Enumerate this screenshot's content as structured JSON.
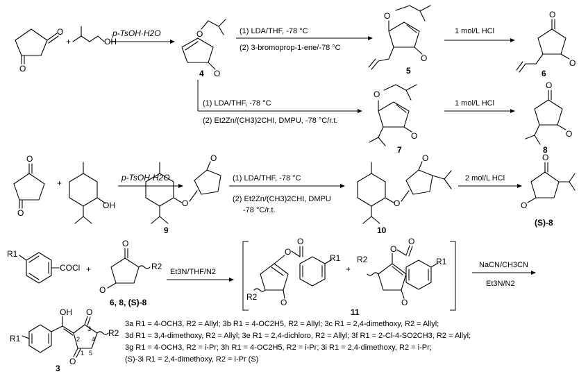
{
  "row1": {
    "reagent": "p-TsOH·H2O",
    "steps_a": [
      "(1) LDA/THF, -78 °C",
      "(2) 3-bromoprop-1-ene/-78 °C"
    ],
    "steps_b": [
      "(1) LDA/THF, -78 °C",
      "(2) Et2Zn/(CH3)2CHI, DMPU, -78 °C/r.t."
    ],
    "acid_a": "1 mol/L HCl",
    "acid_b": "1 mol/L HCl",
    "labels": {
      "c4": "4",
      "c5": "5",
      "c6": "6",
      "c7": "7",
      "c8": "8"
    }
  },
  "row2": {
    "reagent": "p-TsOH·H2O",
    "steps": [
      "(1) LDA/THF, -78 °C",
      "(2) Et2Zn/(CH3)2CHI, DMPU",
      "-78 °C/r.t."
    ],
    "acid": "2 mol/L HCl",
    "labels": {
      "c9": "9",
      "c10": "10",
      "cS8": "(S)-8"
    }
  },
  "row3": {
    "reagent": "Et3N/THF/N2",
    "cond_top": "NaCN/CH3CN",
    "cond_bot": "Et3N/N2",
    "sub_label": "6, 8, (S)-8",
    "acyl": "COCl",
    "labels": {
      "c11": "11"
    }
  },
  "product": {
    "label": "3",
    "lines": [
      "3a R1 = 4-OCH3, R2 = Allyl; 3b R1 = 4-OC2H5, R2 = Allyl; 3c R1 = 2,4-dimethoxy, R2 = Allyl;",
      "3d R1 = 3,4-dimethoxy, R2 = Allyl; 3e R1 = 2,4-dichloro, R2 = Allyl; 3f R1 = 2-Cl-4-SO2CH3, R2 = Allyl;",
      "3g R1 = 4-OCH3, R2 = i-Pr; 3h R1 = 4-OC2H5, R2 = i-Pr; 3i R1 = 2,4-dimethoxy, R2 = i-Pr;",
      "(S)-3i R1 = 2,4-dimethoxy, R2 = i-Pr (S)"
    ]
  },
  "atoms": {
    "O": "O",
    "OH": "OH",
    "R1": "R1",
    "R2": "R2",
    "plus": "+"
  }
}
